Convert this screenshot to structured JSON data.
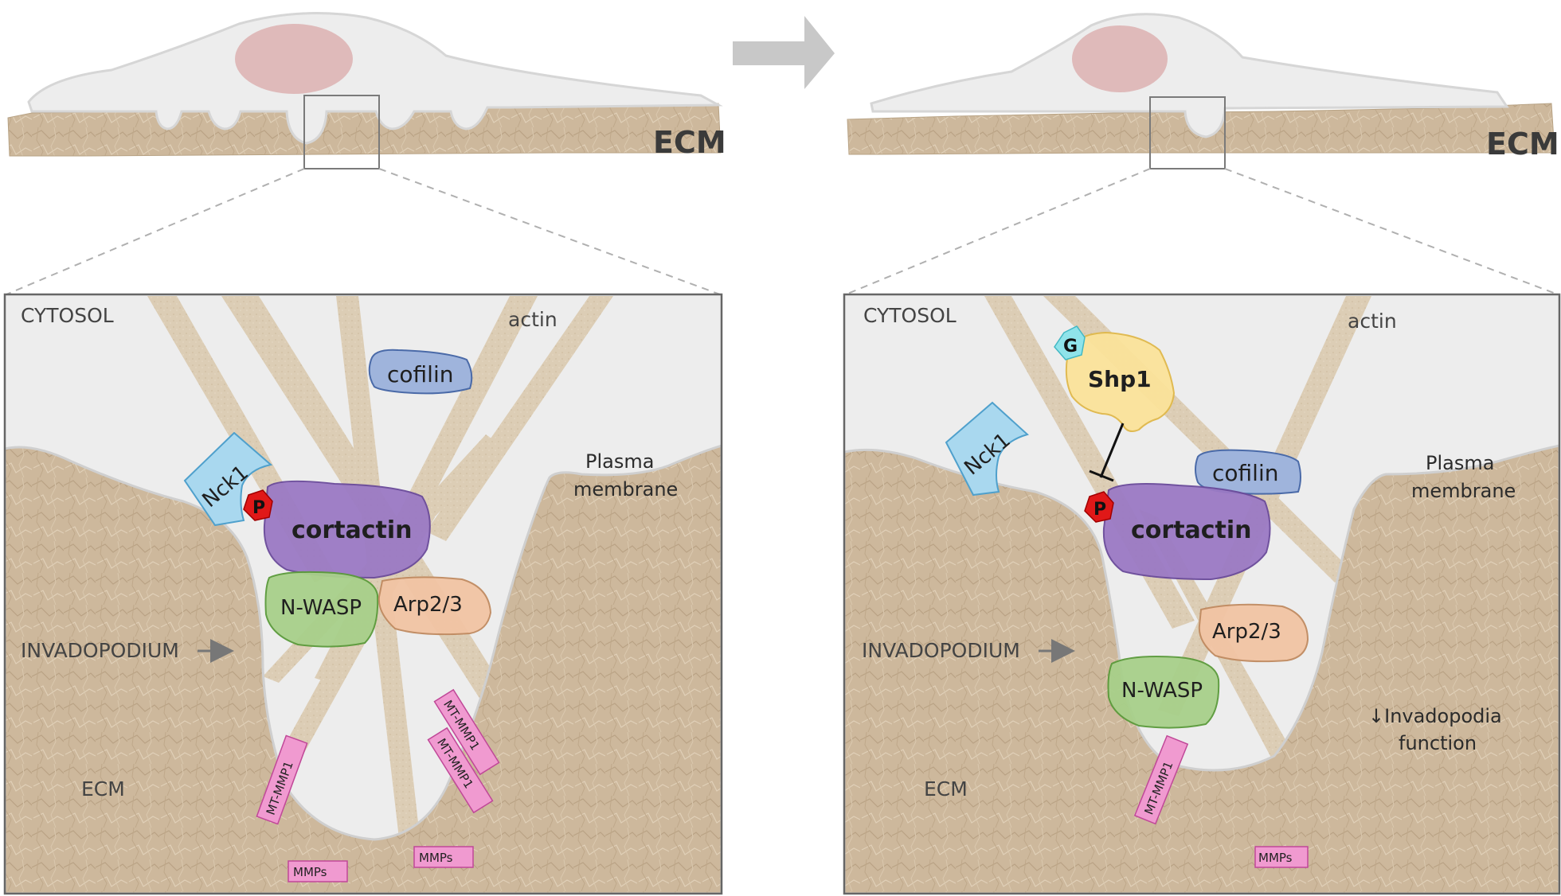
{
  "left_panel": {
    "top_ecm_label": "ECM",
    "cytosol_label": "CYTOSOL",
    "actin_label": "actin",
    "plasma_membrane_label": [
      "Plasma",
      "membrane"
    ],
    "invadopodium_label": "INVADOPODIUM",
    "ecm_label": "ECM",
    "proteins": {
      "cofilin": "cofilin",
      "nck1": "Nck1",
      "phospho": "P",
      "cortactin": "cortactin",
      "nwasp": "N-WASP",
      "arp23": "Arp2/3",
      "mtmmp1_a": "MT-MMP1",
      "mtmmp1_b": "MT-MMP1",
      "mtmmp1_c": "MT-MMP1",
      "mmps_a": "MMPs",
      "mmps_b": "MMPs"
    }
  },
  "right_panel": {
    "top_ecm_label": "ECM",
    "cytosol_label": "CYTOSOL",
    "actin_label": "actin",
    "plasma_membrane_label": [
      "Plasma",
      "membrane"
    ],
    "invadopodium_label": "INVADOPODIUM",
    "ecm_label": "ECM",
    "proteins": {
      "g": "G",
      "shp1": "Shp1",
      "nck1": "Nck1",
      "cofilin": "cofilin",
      "phospho": "P",
      "cortactin": "cortactin",
      "arp23": "Arp2/3",
      "nwasp": "N-WASP",
      "mtmmp1": "MT-MMP1",
      "mmps": "MMPs"
    },
    "effect_label": [
      "↓Invadopodia",
      "function"
    ]
  },
  "colors": {
    "ecm_tan": "#cdb89c",
    "cell_gray": "#ededed",
    "nucleus": "#d9a8a8",
    "cortactin": "#9b7ac4",
    "nwasp": "#a8d08a",
    "arp23": "#f2c4a4",
    "cofilin": "#9fb4dc",
    "nck1": "#a9d8ef",
    "shp1": "#fbe39a",
    "g_marker": "#8fe3ea",
    "phospho": "#e01818",
    "mmp": "#f09ad0",
    "actin": "#dcccb4"
  }
}
